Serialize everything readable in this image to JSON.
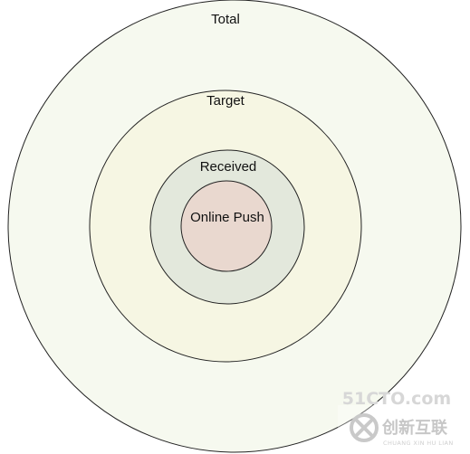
{
  "diagram": {
    "rings": [
      {
        "id": "total",
        "label": "Total",
        "fill": "#f6f9ef"
      },
      {
        "id": "target",
        "label": "Target",
        "fill": "#f6f6e3"
      },
      {
        "id": "received",
        "label": "Received",
        "fill": "#e3e8dc"
      },
      {
        "id": "online",
        "label": "Online Push",
        "fill": "#e9d8cf"
      }
    ],
    "stroke_color": "#222222"
  },
  "watermark": {
    "site": "51CTO.com",
    "brand": "创新互联",
    "brand_sub": "CHUANG XIN HU LIAN",
    "color": "#cfcfcf"
  }
}
